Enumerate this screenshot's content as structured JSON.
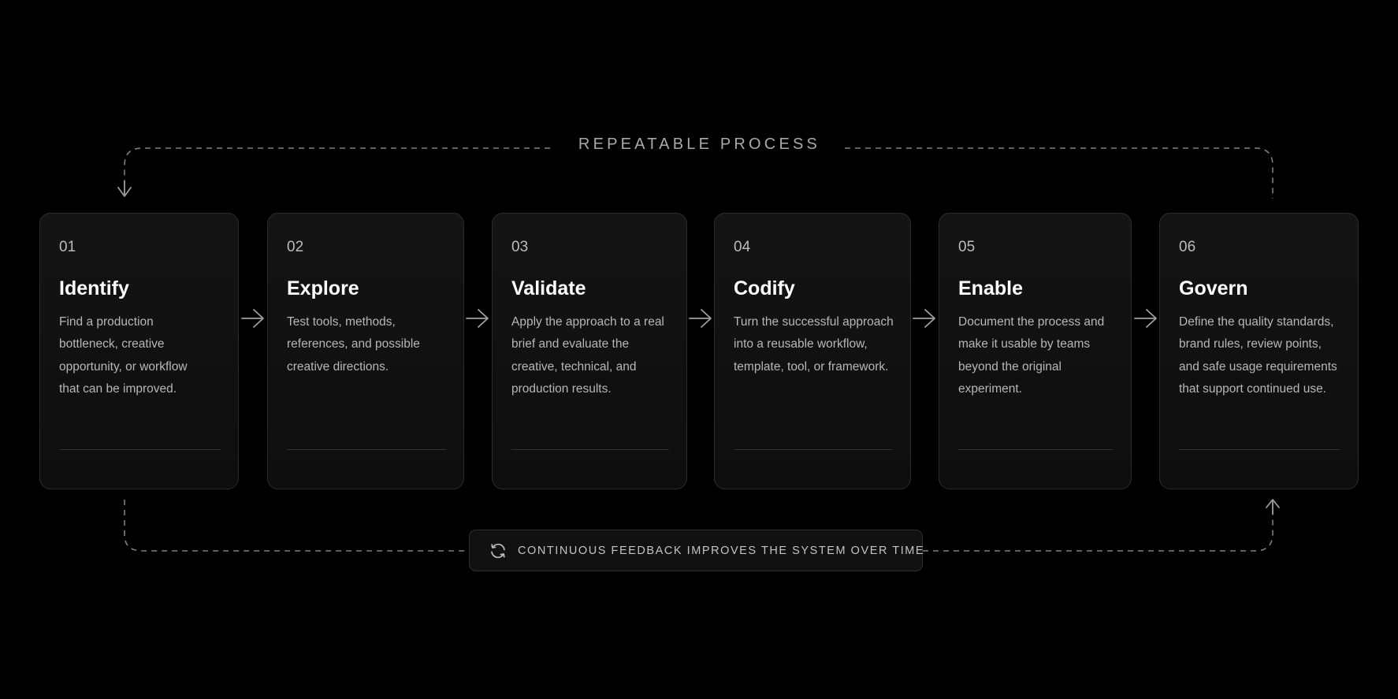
{
  "header": {
    "label": "REPEATABLE PROCESS"
  },
  "steps": [
    {
      "number": "01",
      "title": "Identify",
      "description": "Find a production bottleneck, creative opportunity, or workflow that can be improved."
    },
    {
      "number": "02",
      "title": "Explore",
      "description": "Test tools, methods, references, and possible creative directions."
    },
    {
      "number": "03",
      "title": "Validate",
      "description": "Apply the approach to a real brief and evaluate the creative, technical, and production results."
    },
    {
      "number": "04",
      "title": "Codify",
      "description": "Turn the successful approach into a reusable workflow, template, tool, or framework."
    },
    {
      "number": "05",
      "title": "Enable",
      "description": "Document the process and make it usable by teams beyond the original experiment."
    },
    {
      "number": "06",
      "title": "Govern",
      "description": "Define the quality standards, brand rules, review points, and safe usage requirements that support continued use."
    }
  ],
  "footer": {
    "feedback_label": "CONTINUOUS FEEDBACK IMPROVES THE SYSTEM OVER TIME",
    "icon": "refresh-icon"
  },
  "colors": {
    "background": "#000000",
    "card_background": "#121212",
    "card_border": "#2b2b2b",
    "title_text": "#ffffff",
    "body_text": "#b7b7b7",
    "connector": "#8a8a8a"
  }
}
